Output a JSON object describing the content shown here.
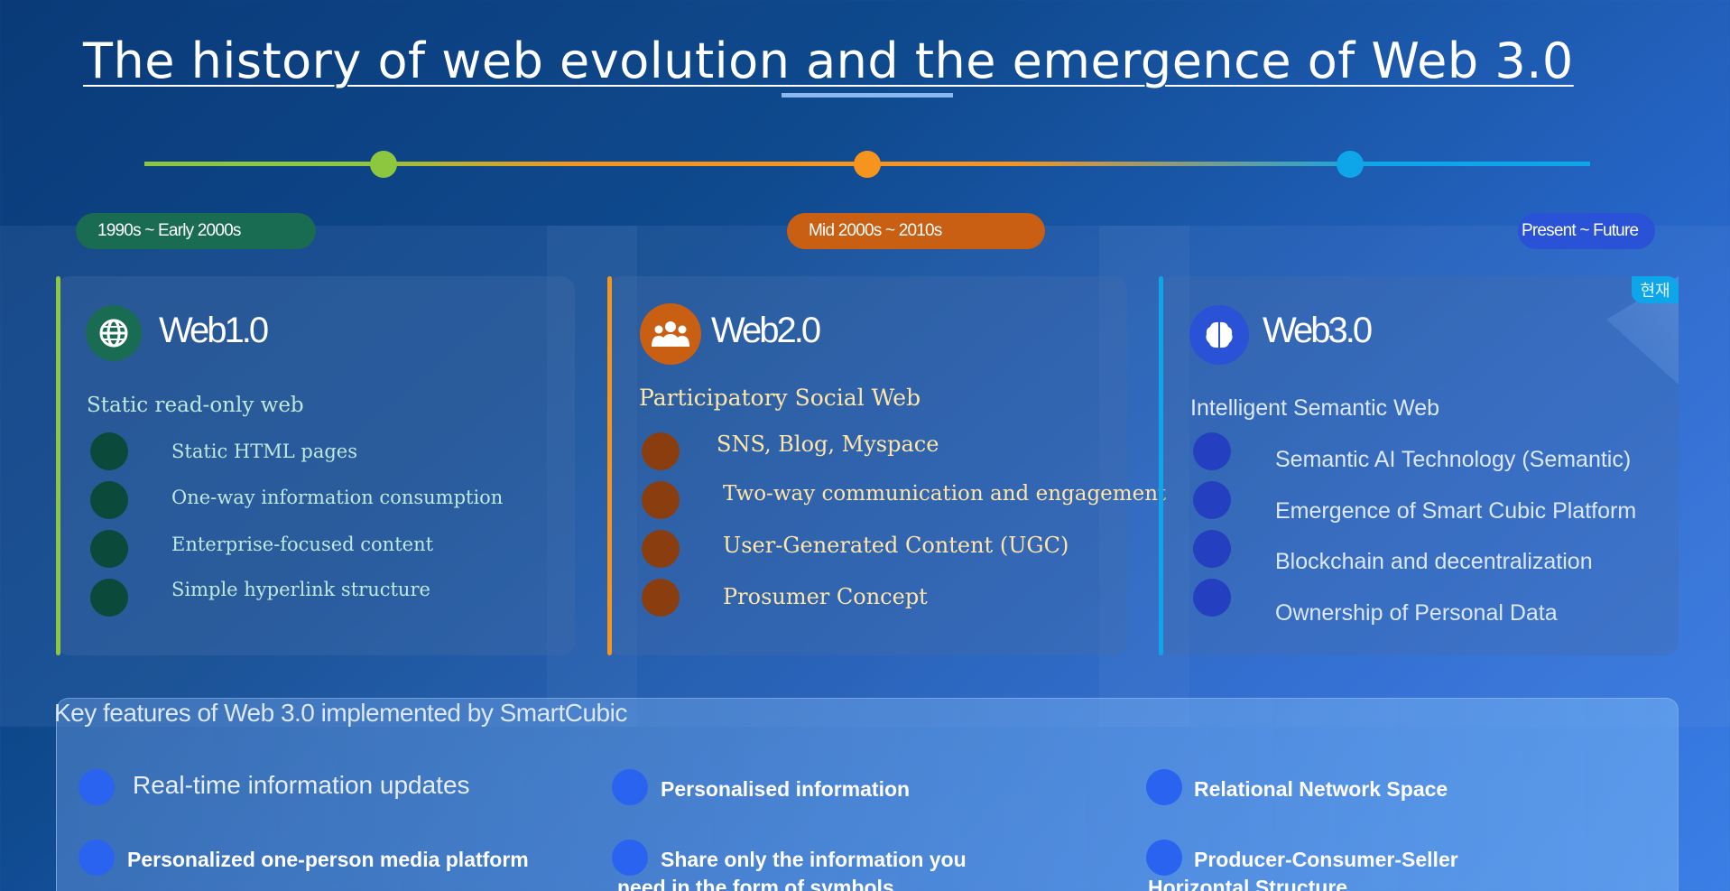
{
  "title": "The history of web evolution and the emergence of Web 3.0",
  "colors": {
    "web1": "#8dc63f",
    "web2": "#f7941d",
    "web3": "#0ea5e9",
    "background": "#0f4a8e"
  },
  "eras": [
    {
      "period": "1990s ~ Early 2000s",
      "name": "Web1.0",
      "icon": "globe-icon",
      "subtitle": "Static read-only web",
      "items": [
        "Static HTML pages",
        "One-way information consumption",
        "Enterprise-focused content",
        "Simple hyperlink structure"
      ]
    },
    {
      "period": "Mid 2000s ~ 2010s",
      "name": "Web2.0",
      "icon": "users-icon",
      "subtitle": "Participatory Social Web",
      "items": [
        "SNS, Blog, Myspace",
        "Two-way communication and engagement",
        "User-Generated Content (UGC)",
        "Prosumer Concept"
      ]
    },
    {
      "period": "Present ~ Future",
      "name": "Web3.0",
      "icon": "brain-icon",
      "badge": "현재",
      "subtitle": "Intelligent Semantic Web",
      "items": [
        "Semantic AI Technology (Semantic)",
        "Emergence of Smart Cubic Platform",
        "Blockchain and decentralization",
        "Ownership of Personal Data"
      ]
    }
  ],
  "features": {
    "title": "Key features of Web 3.0 implemented by SmartCubic",
    "items": [
      "Real-time information updates",
      "Personalised information",
      "Relational Network Space",
      "Personalized one-person media platform",
      "Share only the information you",
      "need in the form of symbols",
      "Producer-Consumer-Seller",
      "Horizontal Structure"
    ]
  }
}
